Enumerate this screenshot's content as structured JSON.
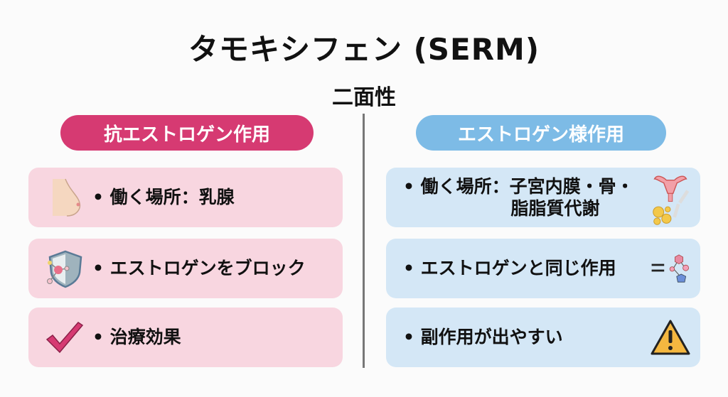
{
  "title": "タモキシフェン (SERM)",
  "subtitle": "二面性",
  "left": {
    "header": "抗エストロゲン作用",
    "color": "#d63a72",
    "items": [
      {
        "text": "• 働く場所：乳腺",
        "icon": "breast-icon"
      },
      {
        "text": "• エストロゲンをブロック",
        "icon": "shield-molecule-icon"
      },
      {
        "text": "• 治療効果",
        "icon": "checkmark-icon"
      }
    ]
  },
  "right": {
    "header": "エストロゲン様作用",
    "color": "#7dbbe6",
    "items": [
      {
        "text": "• 働く場所：子宮内膜・骨・",
        "text2": "脂脂質代謝",
        "icon": "uterus-bone-fat-icon"
      },
      {
        "text": "• エストロゲンと同じ作用",
        "icon": "equals-molecule-icon"
      },
      {
        "text": "• 副作用が出やすい",
        "icon": "warning-icon"
      }
    ]
  }
}
